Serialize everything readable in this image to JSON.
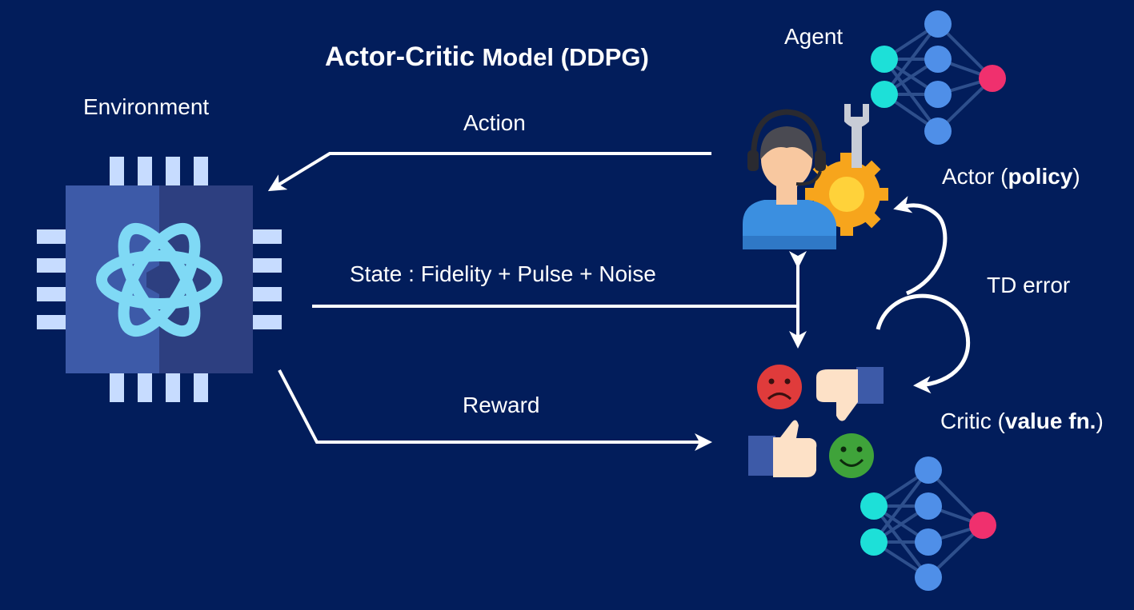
{
  "title": {
    "main": "Actor-Critic",
    "rest": "Model (DDPG)"
  },
  "environment": {
    "label": "Environment",
    "chip_icon": "quantum-atom-chip-icon"
  },
  "agent": {
    "label": "Agent",
    "icon": "operator-with-gear-icon"
  },
  "actor": {
    "prefix": "Actor (",
    "emphasis": "policy",
    "suffix": ")"
  },
  "critic": {
    "prefix": "Critic (",
    "emphasis": "value fn.",
    "suffix": ")"
  },
  "arrows": {
    "action": "Action",
    "state": "State : Fidelity + Pulse + Noise",
    "reward": "Reward",
    "td_error": "TD error"
  },
  "feedback_icons": [
    "sad-face-icon",
    "thumbs-down-icon",
    "thumbs-up-icon",
    "happy-face-icon"
  ],
  "colors": {
    "background": "#021d5b",
    "text": "#ffffff",
    "chip_left": "#3d5aa8",
    "chip_right": "#2d3f80",
    "chip_pins": "#c7dcff",
    "atom": "#7fd9f5",
    "node_cyan": "#1de0d8",
    "node_blue": "#4f8fe8",
    "node_pink": "#f0306e",
    "gear": "#f7a51c"
  }
}
